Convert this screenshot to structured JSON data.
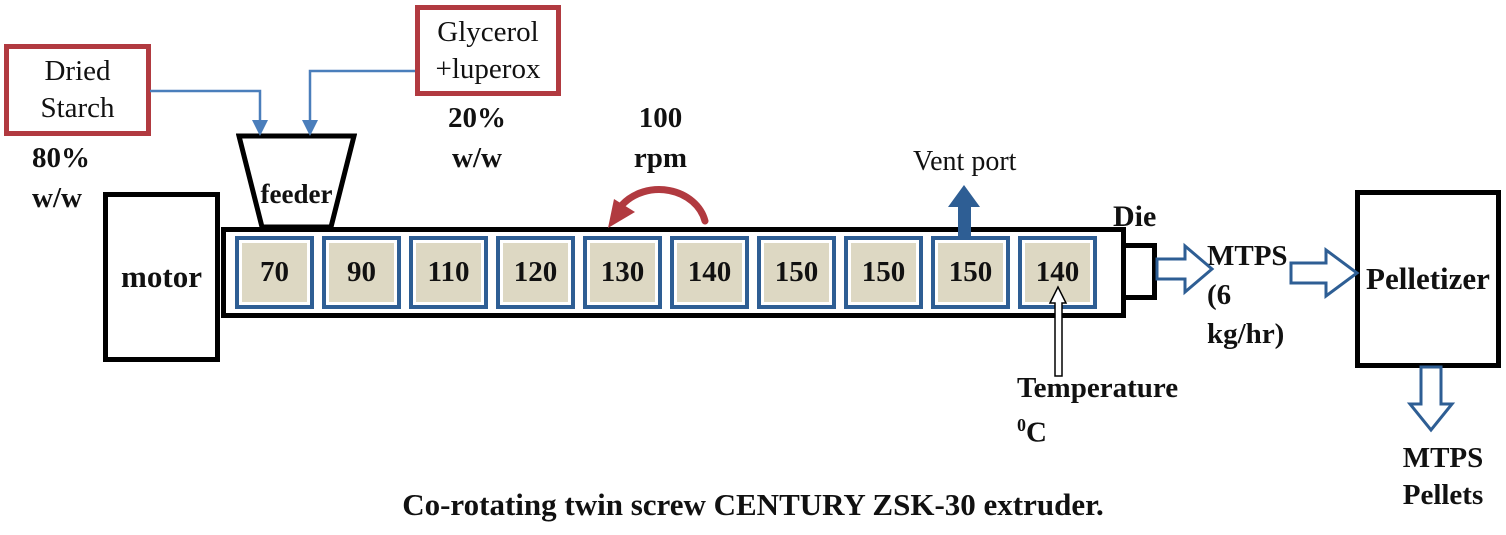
{
  "diagram": {
    "caption": "Co-rotating twin screw CENTURY ZSK-30 extruder.",
    "dried_starch": {
      "line1": "Dried",
      "line2": "Starch"
    },
    "dried_starch_fraction": {
      "line1": "80%",
      "line2": "w/w"
    },
    "glycerol": {
      "line1": "Glycerol",
      "line2": "+luperox"
    },
    "glycerol_fraction": {
      "line1": "20%",
      "line2": "w/w"
    },
    "feeder": "feeder",
    "motor": "motor",
    "screw_speed": {
      "line1": "100",
      "line2": "rpm"
    },
    "vent_port": "Vent port",
    "die": "Die",
    "barrel_zones": [
      "70",
      "90",
      "110",
      "120",
      "130",
      "140",
      "150",
      "150",
      "150",
      "140"
    ],
    "temperature": {
      "label": "Temperature",
      "unit_sup": "0",
      "unit_base": "C"
    },
    "extrudate": {
      "line1": "MTPS",
      "line2": "(6",
      "line3": "kg/hr)"
    },
    "pelletizer": "Pelletizer",
    "pellets": {
      "line1": "MTPS",
      "line2": "Pellets"
    }
  },
  "colors": {
    "box_red": "#b13a40",
    "connector_blue": "#4a7ebb",
    "accent_blue": "#2e5e94",
    "zone_fill": "#ddd8c3",
    "ink": "#111111"
  }
}
